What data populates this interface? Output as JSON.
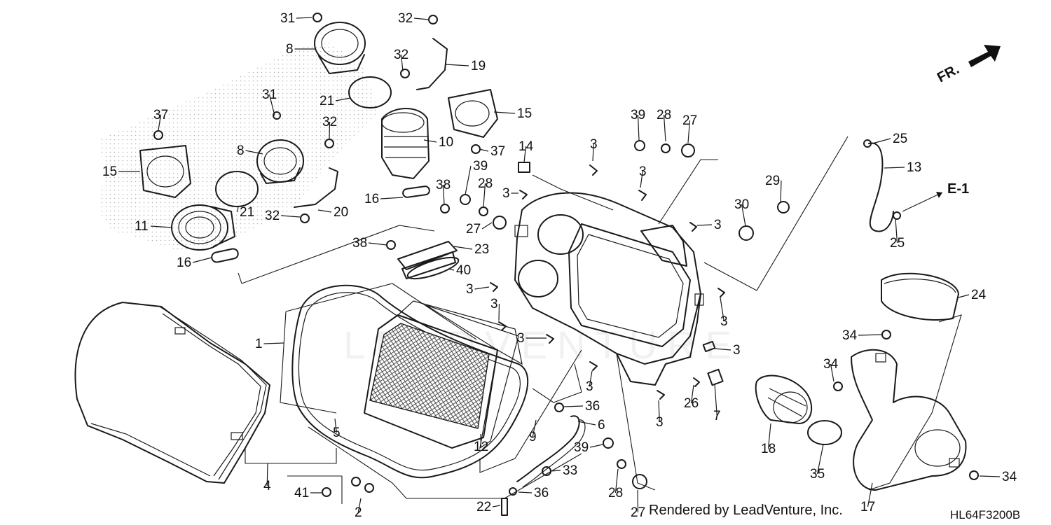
{
  "diagram": {
    "credit": "Rendered by LeadVenture, Inc.",
    "diagram_code": "HL64F3200B",
    "direction_label": "FR.",
    "reference_label": "E-1",
    "watermark": "LEADVENTURE"
  },
  "callouts": [
    {
      "id": "c31a",
      "text": "31"
    },
    {
      "id": "c32a",
      "text": "32"
    },
    {
      "id": "c8a",
      "text": "8"
    },
    {
      "id": "c32b",
      "text": "32"
    },
    {
      "id": "c19",
      "text": "19"
    },
    {
      "id": "c21a",
      "text": "21"
    },
    {
      "id": "c15a",
      "text": "15"
    },
    {
      "id": "c31b",
      "text": "31"
    },
    {
      "id": "c37a",
      "text": "37"
    },
    {
      "id": "c32c",
      "text": "32"
    },
    {
      "id": "c10",
      "text": "10"
    },
    {
      "id": "c37b",
      "text": "37"
    },
    {
      "id": "c8b",
      "text": "8"
    },
    {
      "id": "c15b",
      "text": "15"
    },
    {
      "id": "c14",
      "text": "14"
    },
    {
      "id": "c39a",
      "text": "39"
    },
    {
      "id": "c28a",
      "text": "28"
    },
    {
      "id": "c27a",
      "text": "27"
    },
    {
      "id": "c3a",
      "text": "3"
    },
    {
      "id": "c25a",
      "text": "25"
    },
    {
      "id": "c13",
      "text": "13"
    },
    {
      "id": "c39b",
      "text": "39"
    },
    {
      "id": "c28b",
      "text": "28"
    },
    {
      "id": "c38a",
      "text": "38"
    },
    {
      "id": "c16a",
      "text": "16"
    },
    {
      "id": "c3b",
      "text": "3"
    },
    {
      "id": "c3c",
      "text": "3"
    },
    {
      "id": "c29",
      "text": "29"
    },
    {
      "id": "ce1",
      "text": "E-1"
    },
    {
      "id": "c11",
      "text": "11"
    },
    {
      "id": "c32d",
      "text": "32"
    },
    {
      "id": "c20",
      "text": "20"
    },
    {
      "id": "c21b",
      "text": "21"
    },
    {
      "id": "c30",
      "text": "30"
    },
    {
      "id": "c27b",
      "text": "27"
    },
    {
      "id": "c3d",
      "text": "3"
    },
    {
      "id": "c25b",
      "text": "25"
    },
    {
      "id": "c38b",
      "text": "38"
    },
    {
      "id": "c23",
      "text": "23"
    },
    {
      "id": "c16b",
      "text": "16"
    },
    {
      "id": "c40",
      "text": "40"
    },
    {
      "id": "c3e",
      "text": "3"
    },
    {
      "id": "c24",
      "text": "24"
    },
    {
      "id": "c3f",
      "text": "3"
    },
    {
      "id": "c3g",
      "text": "3"
    },
    {
      "id": "c1",
      "text": "1"
    },
    {
      "id": "c3h",
      "text": "3"
    },
    {
      "id": "c34a",
      "text": "34"
    },
    {
      "id": "c3i",
      "text": "3"
    },
    {
      "id": "c34b",
      "text": "34"
    },
    {
      "id": "c3j",
      "text": "3"
    },
    {
      "id": "c26",
      "text": "26"
    },
    {
      "id": "c7",
      "text": "7"
    },
    {
      "id": "c36a",
      "text": "36"
    },
    {
      "id": "c3k",
      "text": "3"
    },
    {
      "id": "c5",
      "text": "5"
    },
    {
      "id": "c6",
      "text": "6"
    },
    {
      "id": "c9",
      "text": "9"
    },
    {
      "id": "c12",
      "text": "12"
    },
    {
      "id": "c18",
      "text": "18"
    },
    {
      "id": "c39c",
      "text": "39"
    },
    {
      "id": "c35",
      "text": "35"
    },
    {
      "id": "c33",
      "text": "33"
    },
    {
      "id": "c34c",
      "text": "34"
    },
    {
      "id": "c4",
      "text": "4"
    },
    {
      "id": "c41",
      "text": "41"
    },
    {
      "id": "c28c",
      "text": "28"
    },
    {
      "id": "c36b",
      "text": "36"
    },
    {
      "id": "c2",
      "text": "2"
    },
    {
      "id": "c22",
      "text": "22"
    },
    {
      "id": "c17",
      "text": "17"
    },
    {
      "id": "c27c",
      "text": "27"
    }
  ]
}
